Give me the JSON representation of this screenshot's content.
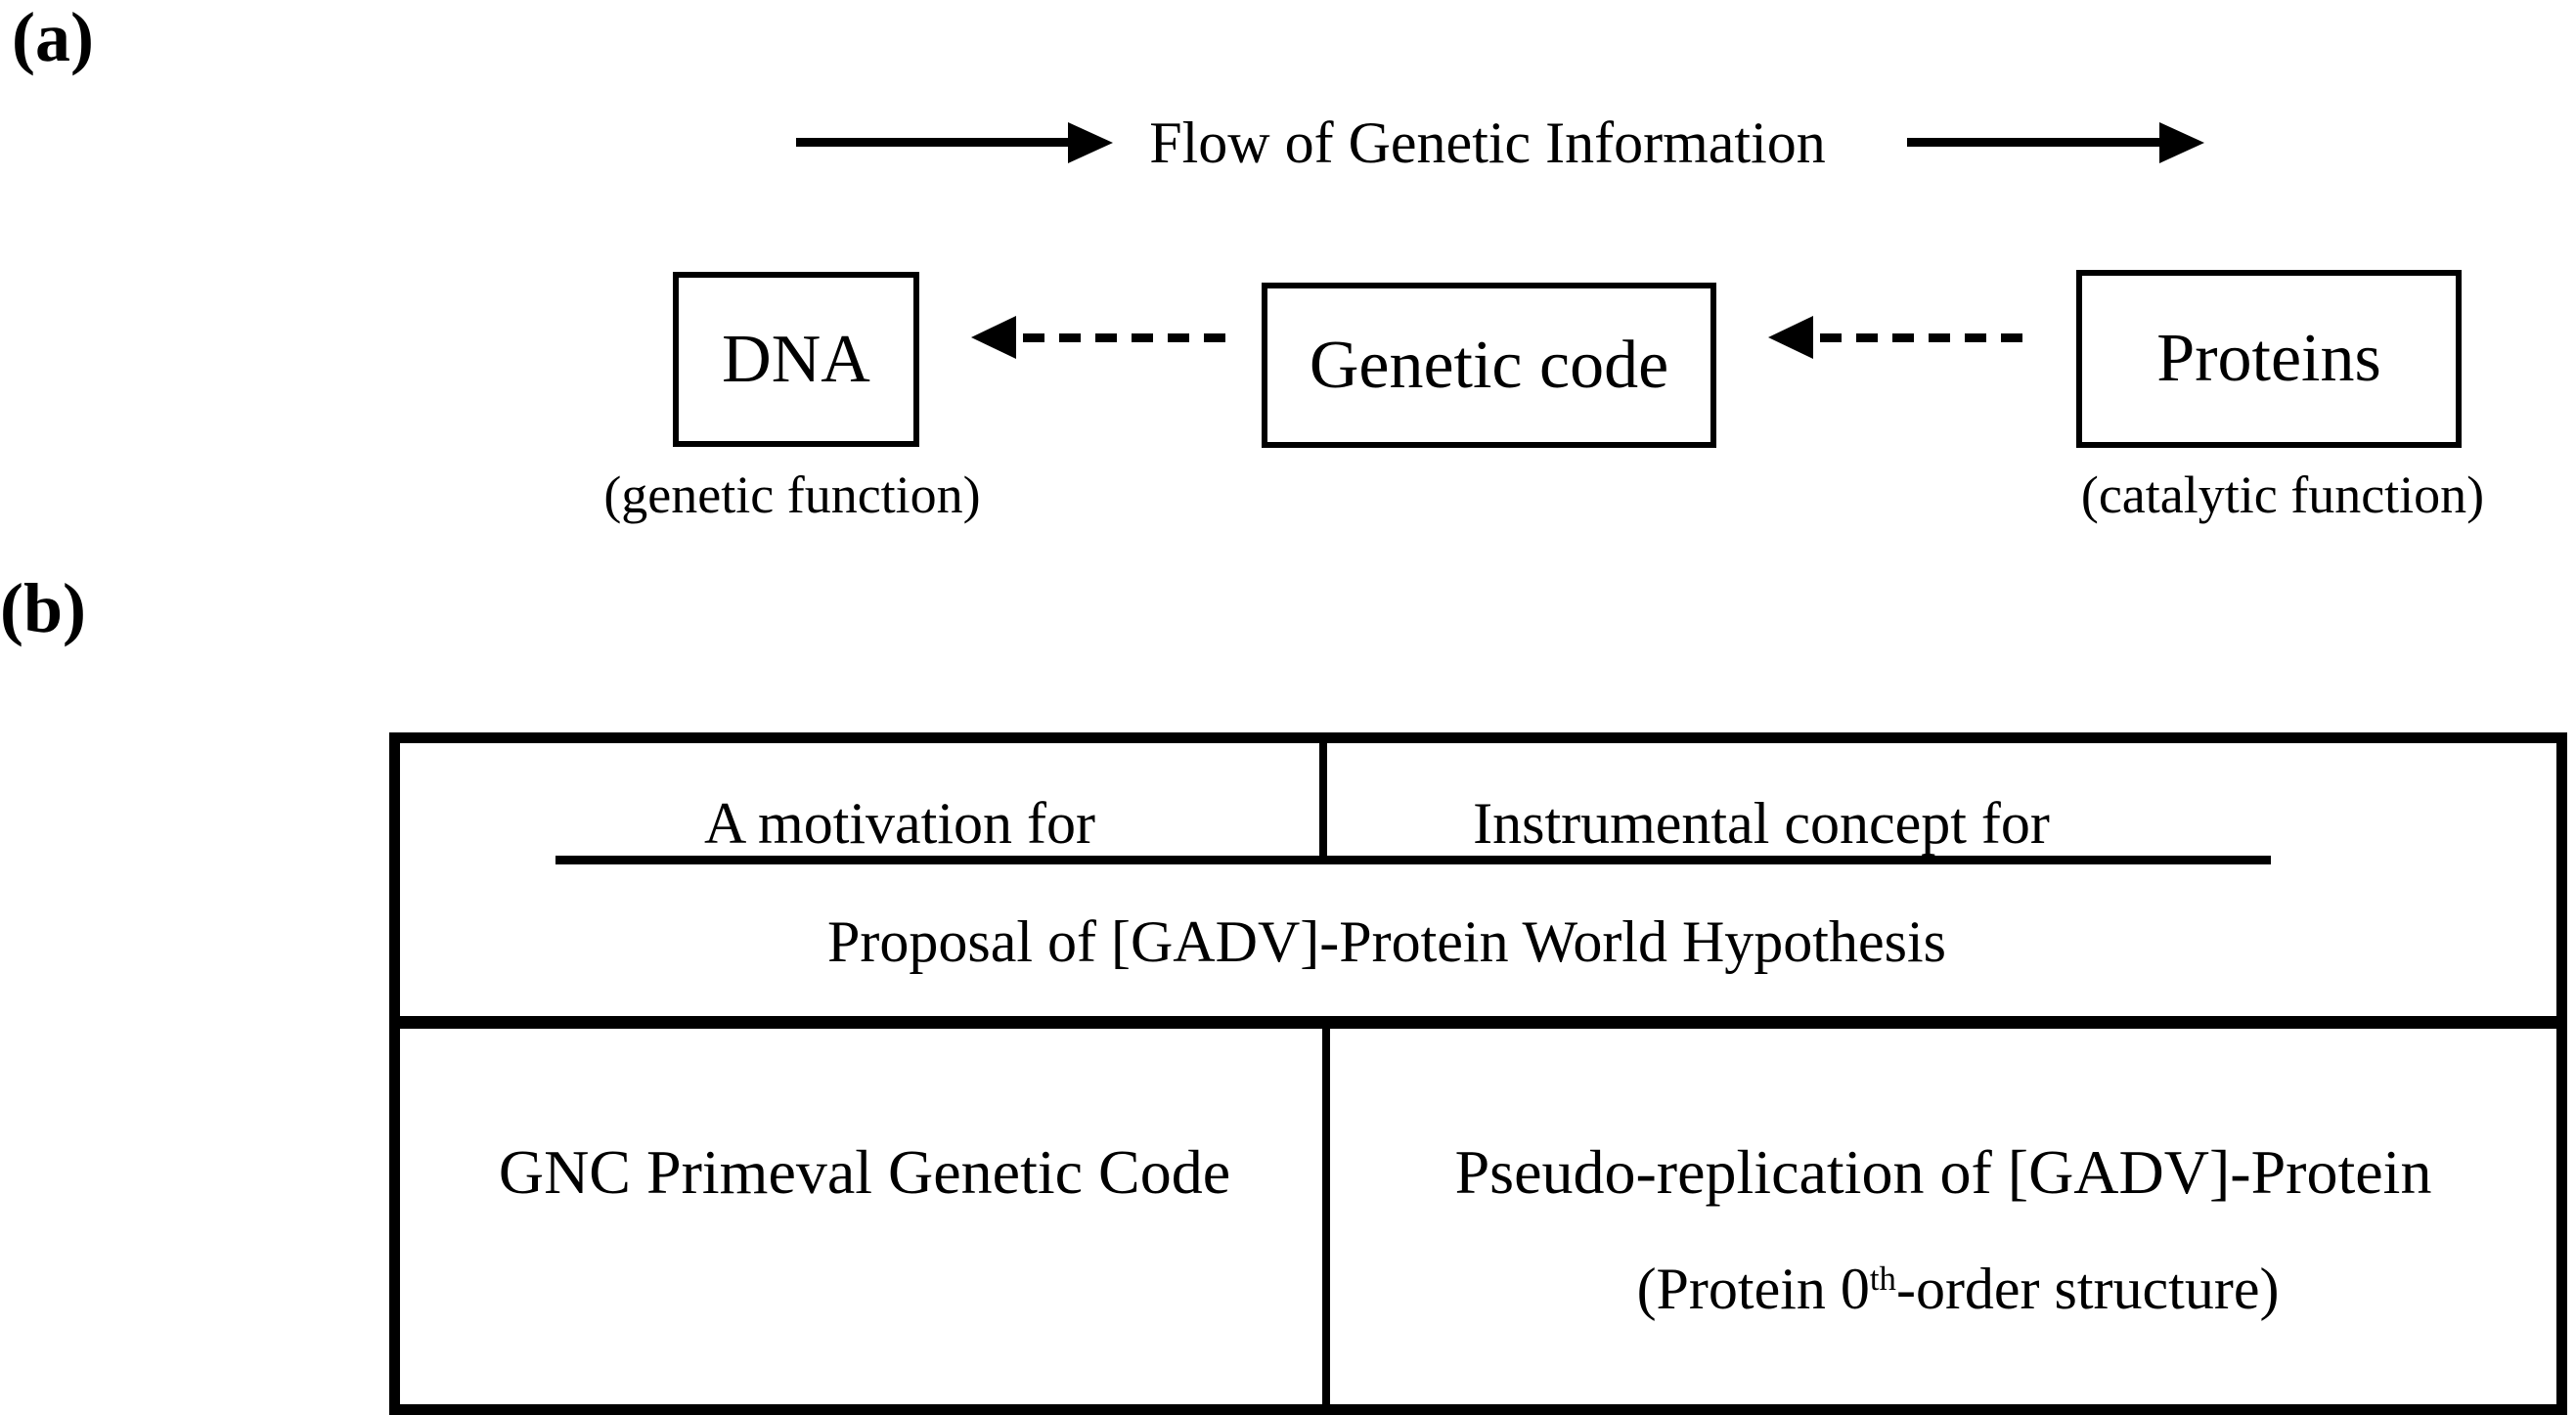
{
  "colors": {
    "ink": "#000000",
    "background": "#ffffff"
  },
  "panel_a": {
    "label": "(a)",
    "flow_title": "Flow of Genetic Information",
    "boxes": [
      {
        "label": "DNA",
        "caption": "(genetic function)"
      },
      {
        "label": "Genetic code"
      },
      {
        "label": "Proteins",
        "caption": "(catalytic function)"
      }
    ]
  },
  "panel_b": {
    "label": "(b)",
    "table": {
      "header_left": "A motivation for",
      "header_right": "Instrumental concept for",
      "header_sub": "Proposal of [GADV]-Protein World Hypothesis",
      "cell_left": "GNC Primeval Genetic Code",
      "cell_right_line1": "Pseudo-replication of [GADV]-Protein",
      "cell_right_line2_pre": "(Protein 0",
      "cell_right_line2_sup": "th",
      "cell_right_line2_post": "-order structure)"
    }
  }
}
